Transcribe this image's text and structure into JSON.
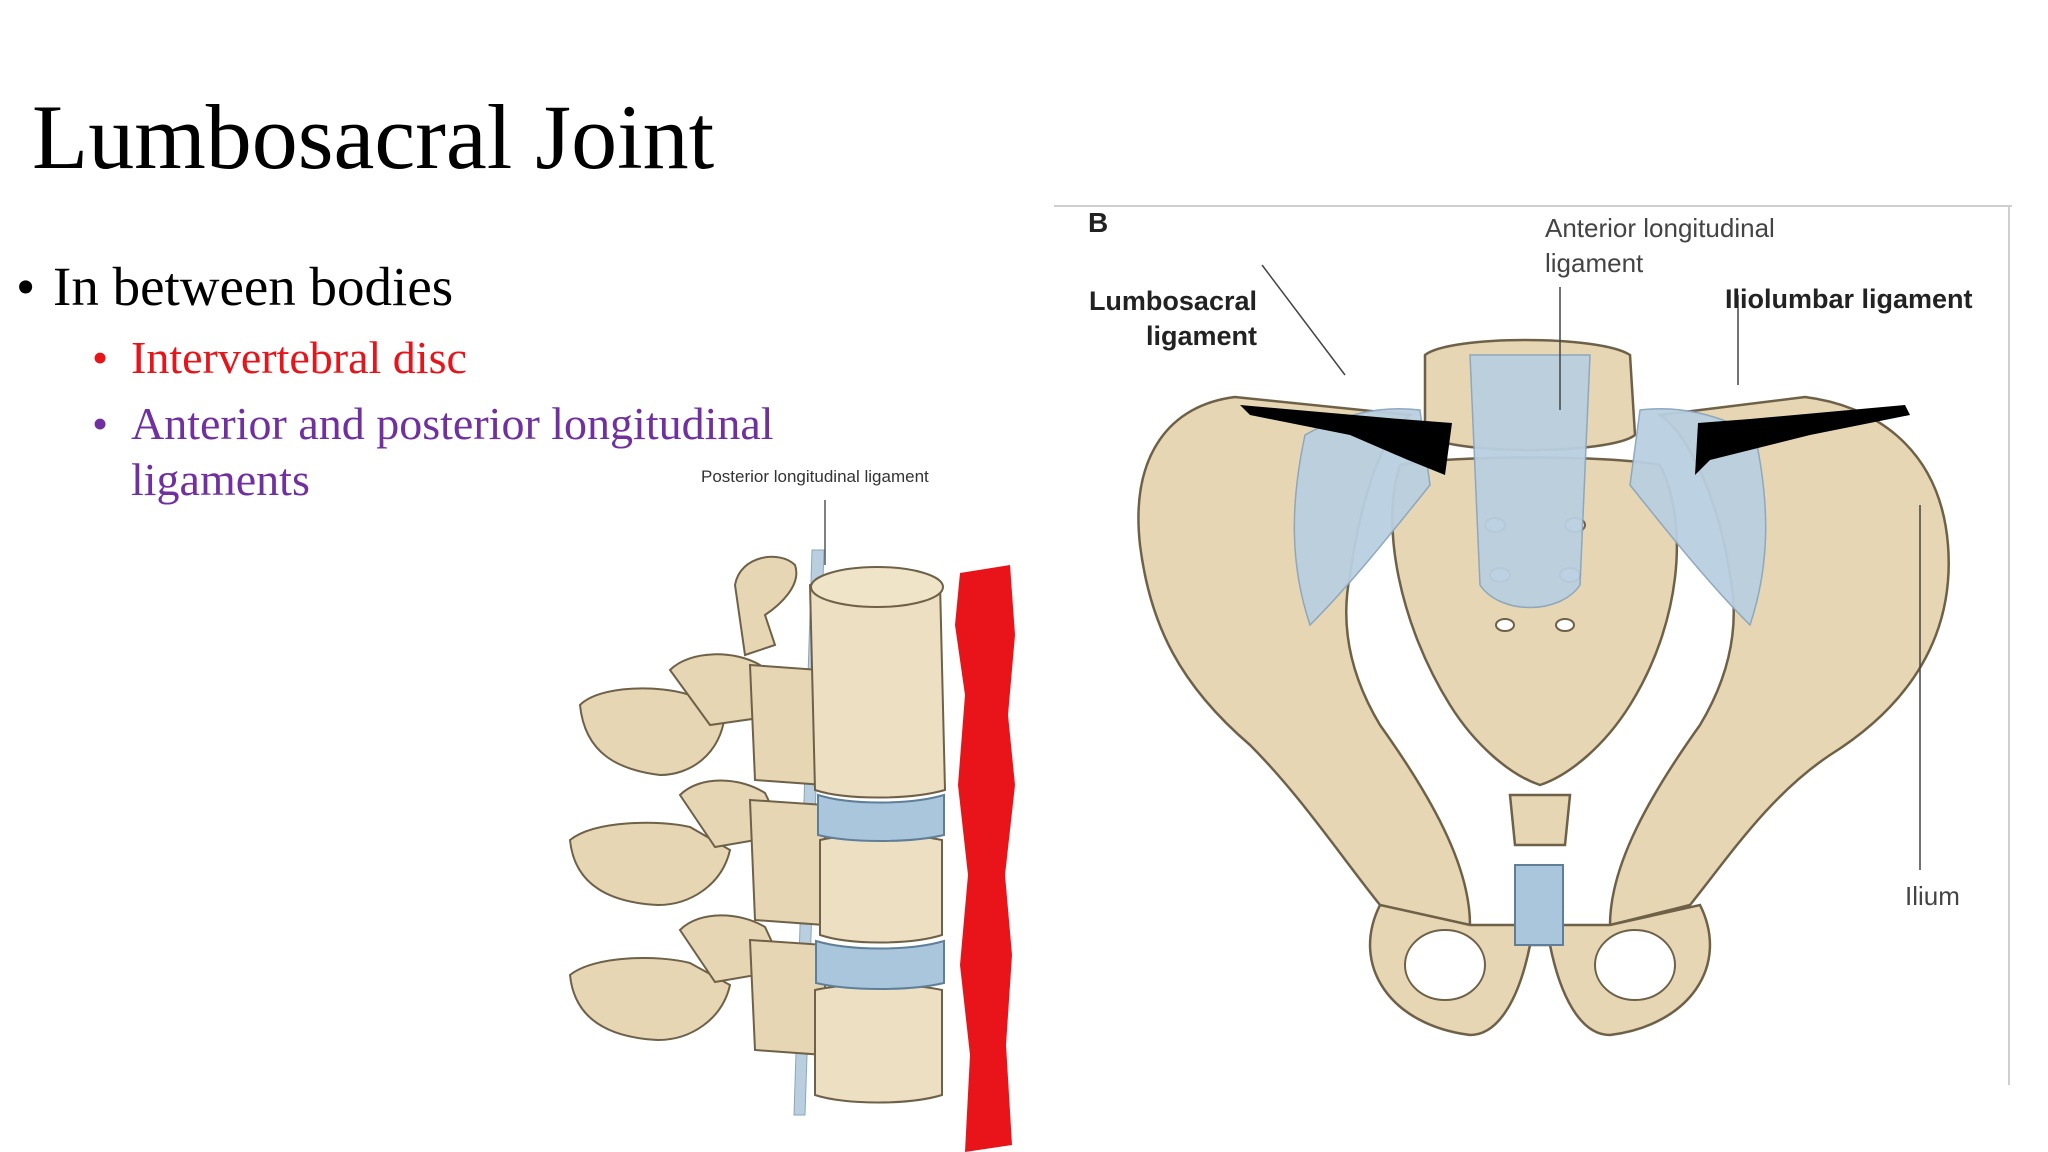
{
  "slide": {
    "title": "Lumbosacral Joint",
    "bullet_glyph": "•",
    "bullet": "In between bodies",
    "sub_bullets": {
      "intervertebral": "Intervertebral disc",
      "longitudinal_line1": "Anterior and posterior longitudinal",
      "longitudinal_line2": "ligaments"
    }
  },
  "spine_figure": {
    "label": "Posterior longitudinal ligament"
  },
  "pelvis_figure": {
    "panel_letter": "B",
    "anterior_line1": "Anterior longitudinal",
    "anterior_line2": "ligament",
    "lumbosacral_line1": "Lumbosacral",
    "lumbosacral_line2": "ligament",
    "iliolumbar": "Iliolumbar ligament",
    "ilium": "Ilium"
  },
  "colors": {
    "red_text": "#e8141a",
    "purple_text": "#7030a0",
    "bone": "#e6d6b4",
    "ligament": "#b9cfe0",
    "highlight": "#e8141a"
  }
}
